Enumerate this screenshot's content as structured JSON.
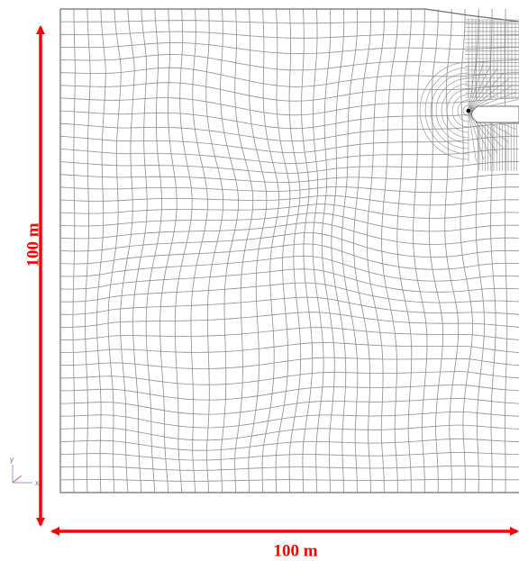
{
  "dimensions": {
    "height_label": "100 m",
    "width_label": "100 m"
  },
  "axis_triad": {
    "y_label": "y",
    "x_label": "x"
  },
  "colors": {
    "dimension": "#ff0000",
    "mesh_line": "#8c8c8c",
    "mesh_border": "#6e6e6e",
    "marker": "#000000",
    "background": "#ffffff"
  }
}
